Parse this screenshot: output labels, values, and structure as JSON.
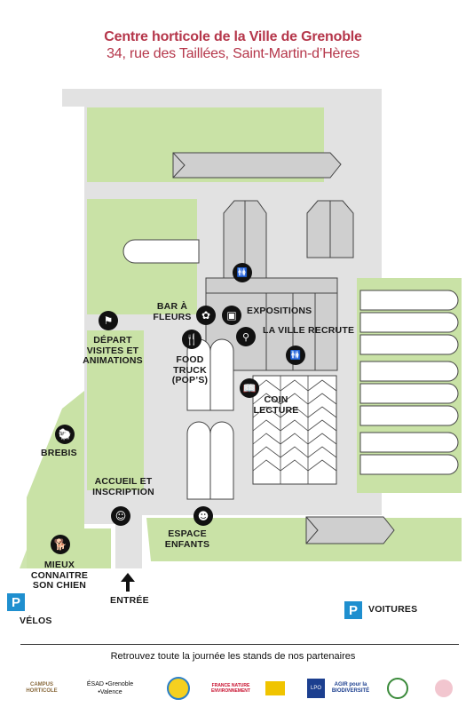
{
  "title": "Centre horticole de la Ville de Grenoble",
  "address": "34, rue des Taillées, Saint-Martin-d’Hères",
  "labels": {
    "bar_a_fleurs": "BAR À FLEURS",
    "expositions": "EXPOSITIONS",
    "la_ville_recrute": "LA VILLE RECRUTE",
    "depart_visites": "DÉPART VISITES ET ANIMATIONS",
    "food_truck": "FOOD TRUCK (POP’S)",
    "coin_lecture": "COIN LECTURE",
    "brebis": "BREBIS",
    "accueil": "ACCUEIL ET INSCRIPTION",
    "espace_enfants": "ESPACE ENFANTS",
    "mieux_connaitre": "MIEUX CONNAITRE SON CHIEN",
    "entree": "ENTRÉE",
    "velos": "VÉLOS",
    "voitures": "VOITURES",
    "parking_letter": "P"
  },
  "footer": {
    "partners_text": "Retrouvez toute la journée les stands de nos partenaires"
  },
  "partners": [
    {
      "name": "CAMPUS HORTICOLE",
      "icon": "campus-horticole-logo"
    },
    {
      "name": "ÉSAD •Grenoble •Valence",
      "icon": "esad-logo"
    },
    {
      "name": "",
      "icon": "bird-logo"
    },
    {
      "name": "FRANCE NATURE ENVIRONNEMENT",
      "icon": "fne-logo"
    },
    {
      "name": "",
      "icon": "yellow-logo"
    },
    {
      "name": "LPO",
      "icon": "lpo-logo"
    },
    {
      "name": "AGIR pour la BIODIVERSITÉ",
      "icon": "agir-logo"
    },
    {
      "name": "",
      "icon": "tree-logo"
    },
    {
      "name": "",
      "icon": "flower-logo"
    }
  ],
  "colors": {
    "title": "#b5364a",
    "green": "#c9e2a6",
    "path": "#e2e2e2",
    "building": "#cfcfcf",
    "parking": "#1f8fcf"
  }
}
